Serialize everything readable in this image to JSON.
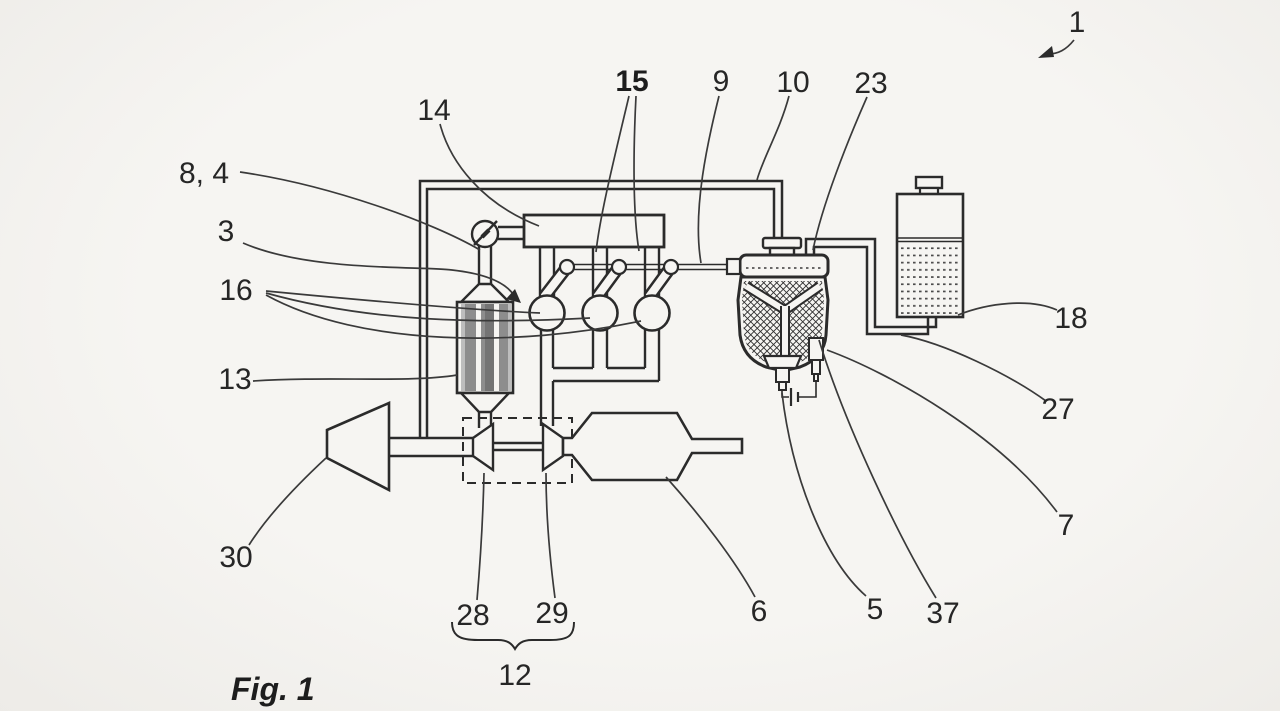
{
  "figure": {
    "caption": "Fig. 1",
    "labels": {
      "n1": "1",
      "n3": "3",
      "n5": "5",
      "n6": "6",
      "n7": "7",
      "n8_4": "8, 4",
      "n9": "9",
      "n10": "10",
      "n12": "12",
      "n13": "13",
      "n14": "14",
      "n15": "15",
      "n16": "16",
      "n18": "18",
      "n23": "23",
      "n27": "27",
      "n28": "28",
      "n29": "29",
      "n30": "30",
      "n37": "37"
    },
    "colors": {
      "paper": "#f4f3f0",
      "ink": "#2b2b2b",
      "leader": "#3a3a3a"
    }
  }
}
